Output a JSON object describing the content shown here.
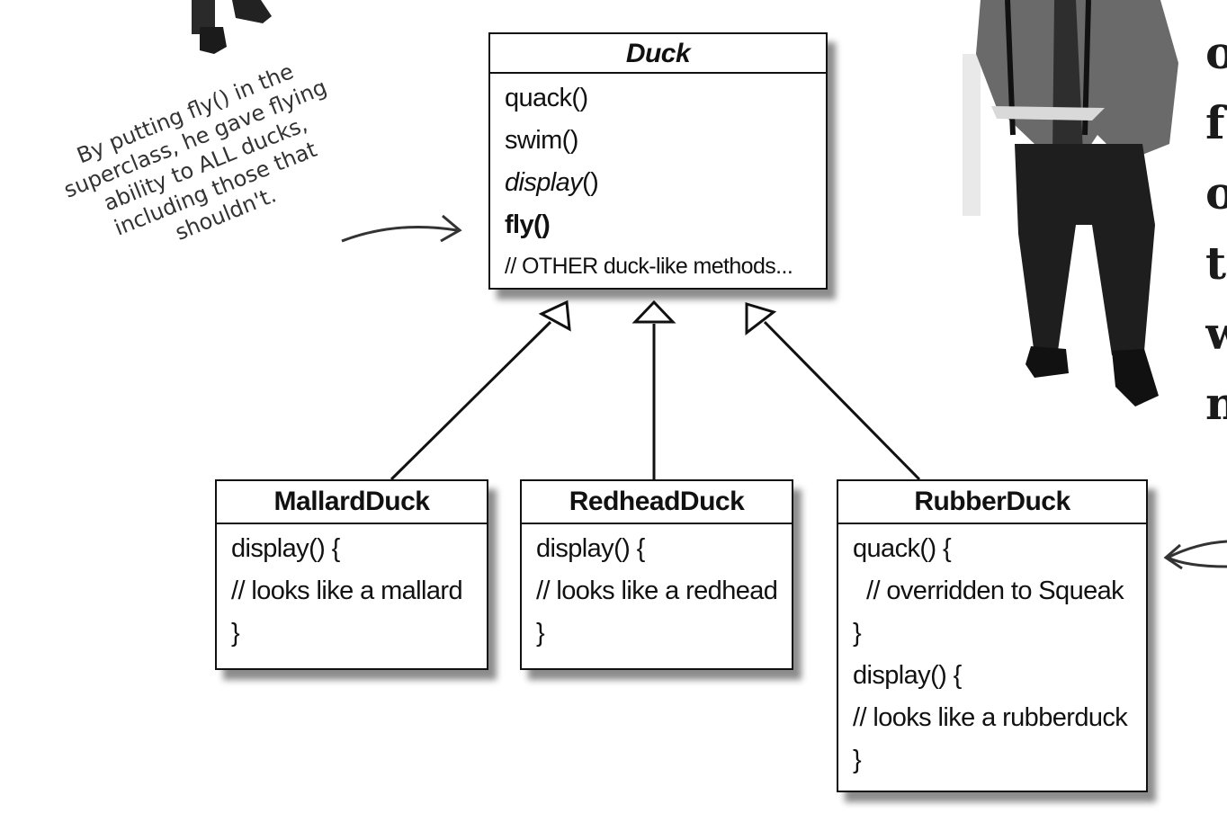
{
  "superclass": {
    "name": "Duck",
    "methods": [
      "quack()",
      "swim()",
      "display",
      "()",
      "fly()",
      "// OTHER duck-like methods..."
    ]
  },
  "subclasses": [
    {
      "name": "MallardDuck",
      "lines": [
        "display() {",
        "// looks like a mallard",
        "}"
      ]
    },
    {
      "name": "RedheadDuck",
      "lines": [
        "display() {",
        "// looks like a redhead",
        "}"
      ]
    },
    {
      "name": "RubberDuck",
      "lines": [
        "quack() {",
        "// overridden to Squeak",
        "}",
        "display() {",
        "// looks like a rubberduck",
        "}"
      ]
    }
  ],
  "annotation": {
    "lines": [
      "By putting fly() in the",
      "superclass, he gave flying",
      "ability to ALL ducks,",
      "including those that",
      "shouldn't."
    ]
  },
  "cropped_text": [
    "o",
    "f",
    "o",
    "t",
    "w",
    "n"
  ],
  "colors": {
    "ink": "#111111",
    "annotation": "#333333"
  }
}
